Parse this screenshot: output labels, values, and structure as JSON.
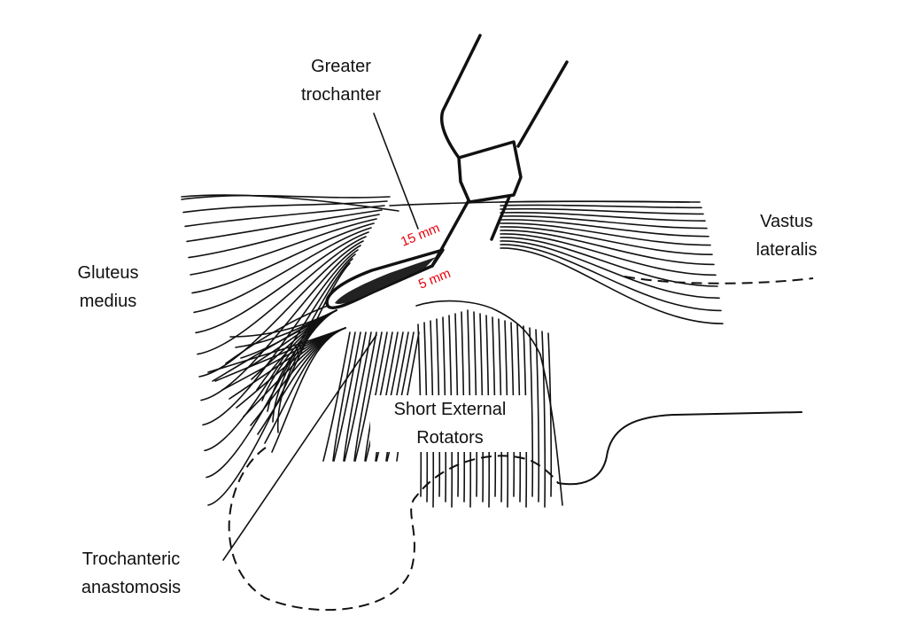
{
  "labels": {
    "greater_trochanter": [
      "Greater",
      "trochanter"
    ],
    "vastus_lateralis": [
      "Vastus",
      "lateralis"
    ],
    "gluteus_medius": [
      "Gluteus",
      "medius"
    ],
    "short_external_rotators": [
      "Short External",
      "Rotators"
    ],
    "trochanteric_anastomosis": [
      "Trochanteric",
      "anastomosis"
    ]
  },
  "measurements": {
    "upper": "15 mm",
    "lower": "5 mm"
  },
  "colors": {
    "measurement": "#e8000b",
    "ink": "#111111"
  }
}
